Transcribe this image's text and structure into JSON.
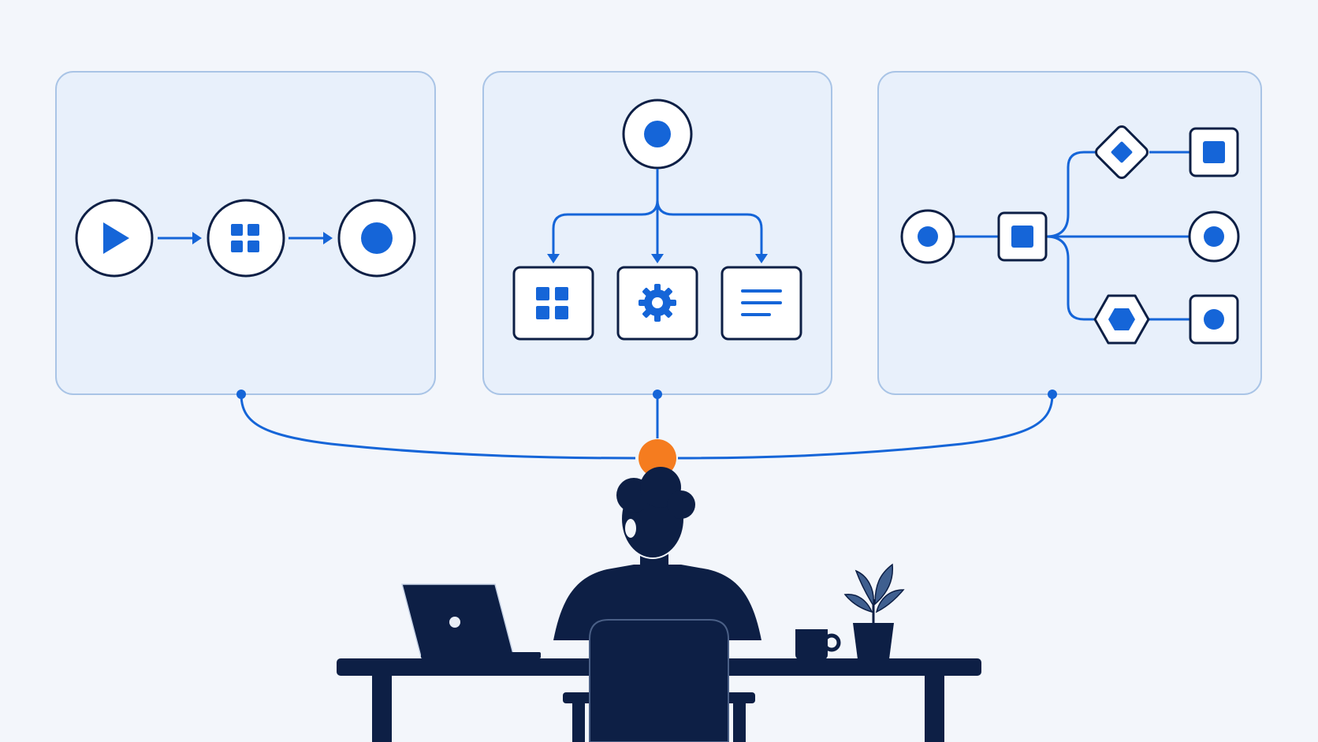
{
  "colors": {
    "background": "#f3f6fb",
    "panel_fill": "#e8f0fb",
    "panel_stroke": "#a9c4e6",
    "accent_blue": "#1565d8",
    "navy": "#0d1f45",
    "orange_hub": "#f57c1f",
    "plant_leaf": "#3f5f8f"
  },
  "panels": [
    {
      "id": "linear-flow",
      "nodes": [
        {
          "shape": "circle",
          "icon": "play-icon"
        },
        {
          "shape": "circle",
          "icon": "grid-icon"
        },
        {
          "shape": "circle",
          "icon": "dot-icon"
        }
      ]
    },
    {
      "id": "branching-flow",
      "root": {
        "shape": "circle",
        "icon": "dot-icon"
      },
      "children": [
        {
          "shape": "square",
          "icon": "grid-icon"
        },
        {
          "shape": "square",
          "icon": "gear-icon"
        },
        {
          "shape": "square",
          "icon": "list-icon"
        }
      ]
    },
    {
      "id": "decision-flow",
      "nodes": [
        {
          "shape": "circle",
          "icon": "dot-icon"
        },
        {
          "shape": "square",
          "icon": "square-icon"
        },
        {
          "shape": "diamond",
          "icon": "diamond-icon"
        },
        {
          "shape": "square",
          "icon": "square-icon"
        },
        {
          "shape": "circle",
          "icon": "dot-icon"
        },
        {
          "shape": "hexagon",
          "icon": "hexagon-icon"
        },
        {
          "shape": "square",
          "icon": "dot-icon"
        }
      ]
    }
  ],
  "hub": {
    "icon": "hub-node-icon"
  },
  "scene": {
    "figure": "person-at-desk",
    "items": [
      "laptop-icon",
      "mug-icon",
      "plant-icon",
      "chair-icon",
      "desk-icon"
    ]
  }
}
